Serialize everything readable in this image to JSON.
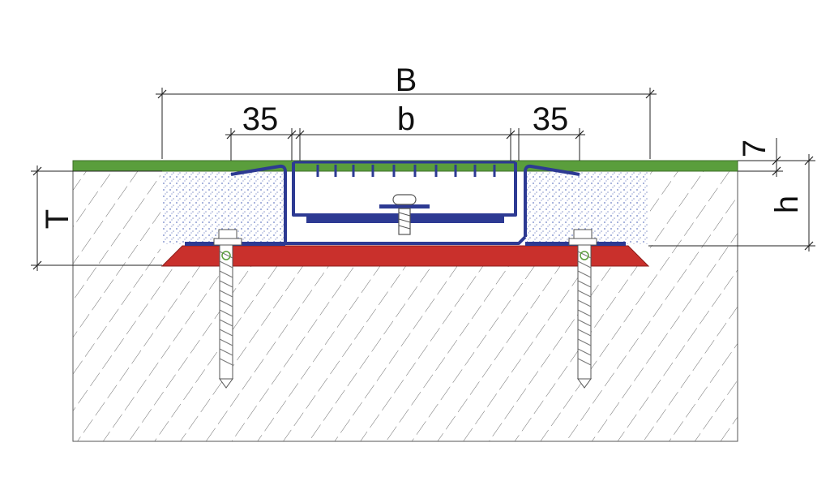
{
  "dimensions": {
    "B": "B",
    "b": "b",
    "left_margin": "35",
    "right_margin": "35",
    "T": "T",
    "h": "h",
    "seven": "7"
  },
  "colors": {
    "floor_finish": "#5a9e3c",
    "bedding_mortar": "#c9302c",
    "profile": "#2d3a93",
    "concrete_hatch": "#6b6b6b",
    "filler_dots": "#6b7fc4",
    "screw": "#7a7a7a"
  }
}
